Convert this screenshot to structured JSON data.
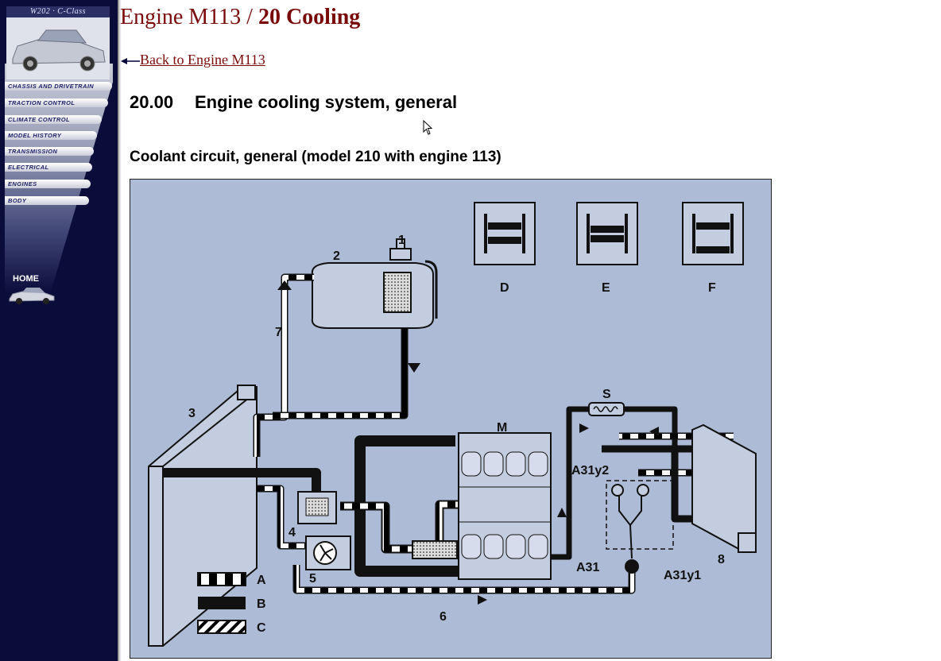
{
  "sidebar": {
    "brand": "W202 · C-Class",
    "items": [
      {
        "label": "CHASSIS AND DRIVETRAIN"
      },
      {
        "label": "TRACTION CONTROL"
      },
      {
        "label": "CLIMATE CONTROL"
      },
      {
        "label": "MODEL HISTORY"
      },
      {
        "label": "TRANSMISSION"
      },
      {
        "label": "ELECTRICAL"
      },
      {
        "label": "ENGINES"
      },
      {
        "label": "BODY"
      }
    ],
    "home_label": "HOME"
  },
  "page": {
    "title_part1": "Engine M113 / ",
    "title_part2": "20 Cooling",
    "back_link": "Back to Engine M113",
    "section_number": "20.00",
    "section_title": "Engine cooling system, general",
    "figure_caption": "Coolant circuit, general (model 210 with engine 113)"
  },
  "diagram": {
    "callouts": {
      "n1": "1",
      "n2": "2",
      "n3": "3",
      "n4": "4",
      "n5": "5",
      "n6": "6",
      "n7": "7",
      "n8": "8",
      "M": "M",
      "S": "S",
      "D": "D",
      "E": "E",
      "F": "F",
      "A31": "A31",
      "A31y1": "A31y1",
      "A31y2": "A31y2"
    },
    "legend": [
      "A",
      "B",
      "C"
    ]
  },
  "colors": {
    "nav_background": "#0a0c3a",
    "title_color": "#7a0a0a",
    "diagram_background": "#aebbd6"
  }
}
